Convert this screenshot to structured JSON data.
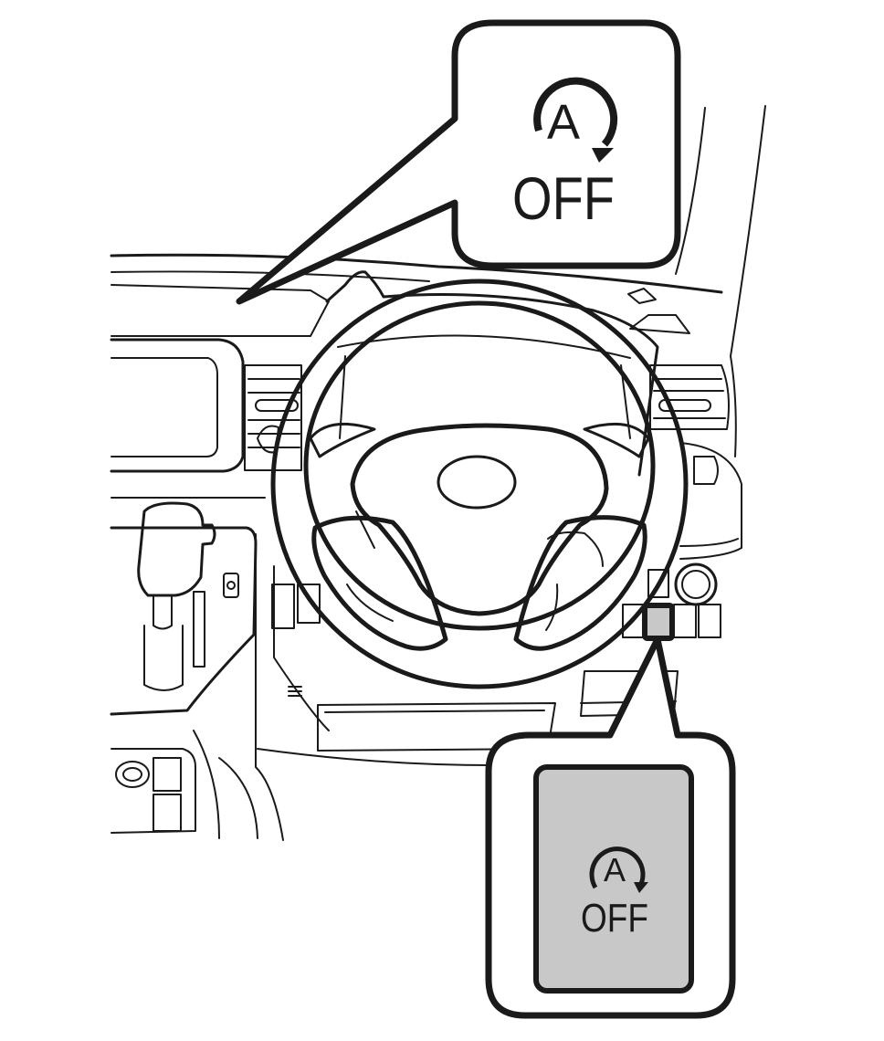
{
  "callout_top": {
    "icon": "auto-start-stop-off-icon",
    "letter": "A",
    "label": "OFF"
  },
  "callout_bottom": {
    "icon": "auto-start-stop-off-icon",
    "letter": "A",
    "label": "OFF",
    "button_color": "#c8c8c8"
  },
  "colors": {
    "line": "#1a1a1a",
    "background": "#ffffff",
    "highlight": "#c8c8c8"
  }
}
